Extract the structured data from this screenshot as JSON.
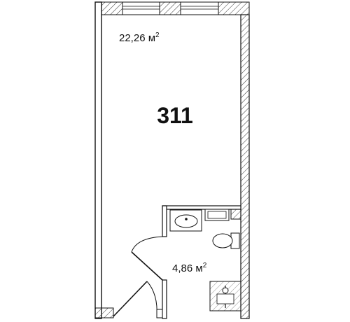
{
  "plan": {
    "unit_number": "311",
    "rooms": [
      {
        "name": "main-room",
        "area_value": "22,26 м",
        "area_exponent": "2"
      },
      {
        "name": "bathroom",
        "area_value": "4,86 м",
        "area_exponent": "2"
      }
    ],
    "colors": {
      "wall": "#111111",
      "hatch": "#333333",
      "background": "#ffffff"
    }
  }
}
